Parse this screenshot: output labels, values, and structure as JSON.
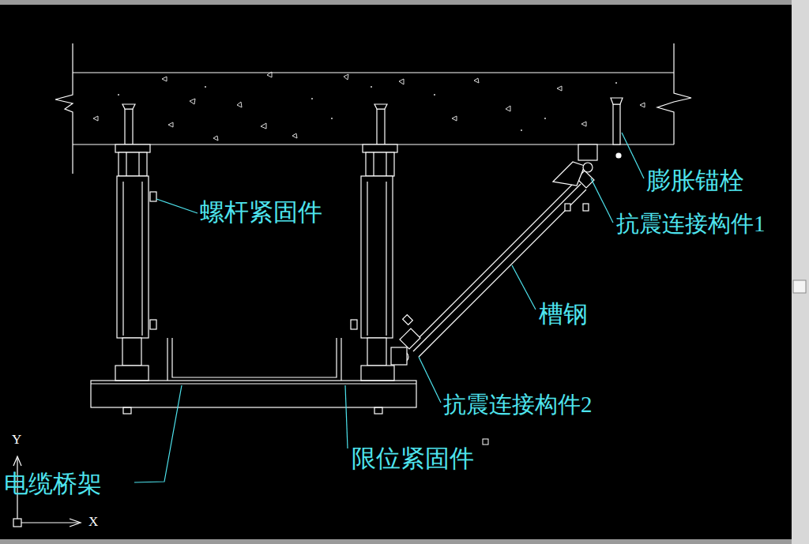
{
  "diagram": {
    "labels": [
      "膨胀锚栓",
      "螺杆紧固件",
      "抗震连接构件1",
      "槽钢",
      "抗震连接构件2",
      "限位紧固件",
      "Y",
      "电缆桥架",
      "X"
    ]
  }
}
